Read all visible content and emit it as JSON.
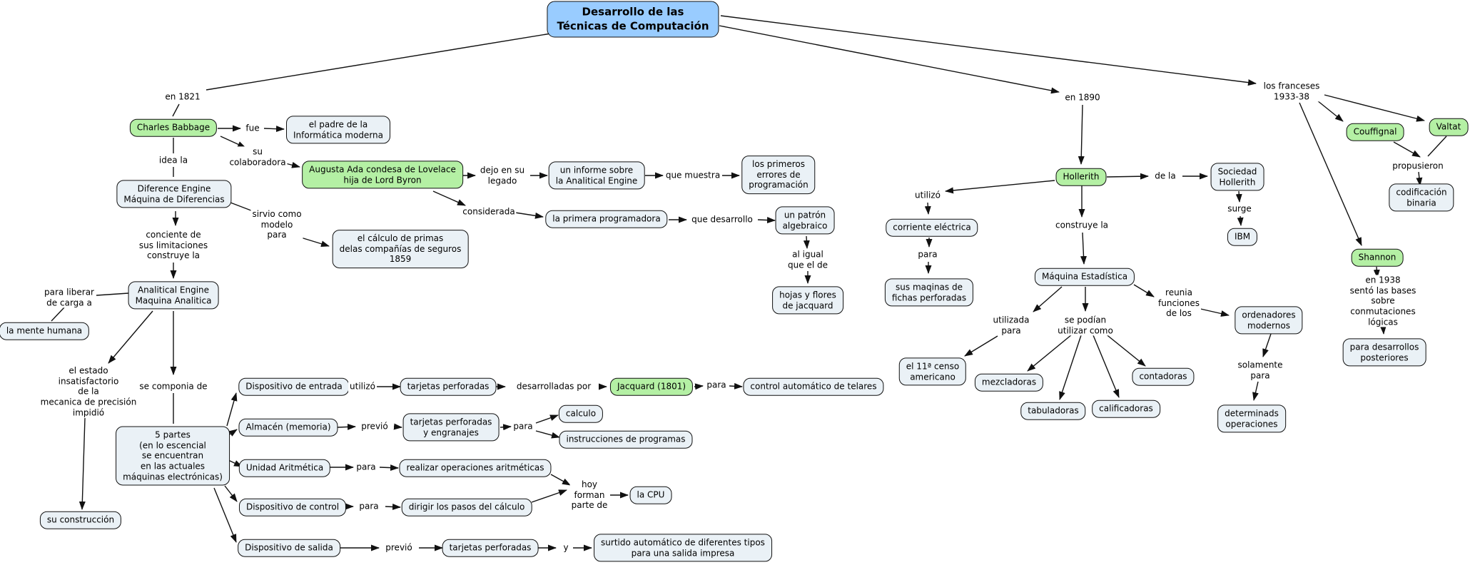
{
  "title": "Desarrollo de las\nTécnicas de Computación",
  "colors": {
    "title_bg": "#99ccff",
    "concept_bg": "#eaf1f6",
    "highlight_bg": "#b4f0a4",
    "line": "#111111",
    "background": "#ffffff"
  },
  "nodes": {
    "charles_babbage": "Charles Babbage",
    "el_padre": "el padre de la\nInformática moderna",
    "augusta": "Augusta Ada condesa de Lovelace\nhija de Lord Byron",
    "diference_engine": "Diference Engine\nMáquina de Diferencias",
    "calculo_primas": "el cálculo de primas\ndelas compañías de seguros\n1859",
    "un_informe": "un informe sobre\nla Analitical Engine",
    "los_primeros": "los primeros\nerrores de\nprogramación",
    "la_primera": "la primera programadora",
    "un_patron": "un patrón\nalgebraico",
    "hojas_flores": "hojas y flores\nde jacquard",
    "analitical": "Analitical Engine\nMaquina Analitica",
    "la_mente": "la mente humana",
    "cinco_partes": "5 partes\n(en lo escencial\nse encuentran\nen las actuales\nmáquinas electrónicas)",
    "su_construccion": "su construcción",
    "disp_entrada": "Dispositivo de entrada",
    "tarjetas_1": "tarjetas perforadas",
    "jacquard": "Jacquard (1801)",
    "control_telares": "control automático de telares",
    "almacen": "Almacén (memoria)",
    "tarjetas_engranajes": "tarjetas perforadas\ny engranajes",
    "calculo": "calculo",
    "instrucciones": "instrucciones de programas",
    "unidad_aritmetica": "Unidad Aritmética",
    "realizar_ops": "realizar operaciones aritméticas",
    "disp_control": "Dispositivo de control",
    "dirigir_pasos": "dirigir los pasos del cálculo",
    "la_cpu": "la CPU",
    "disp_salida": "Dispositivo de salida",
    "tarjetas_2": "tarjetas perforadas",
    "surtido": "surtido automático de diferentes tipos\npara una salida impresa",
    "hollerith": "Hollerith",
    "sociedad": "Sociedad\nHollerith",
    "ibm": "IBM",
    "corriente": "corriente eléctrica",
    "sus_maquinas": "sus maqinas de\nfichas perforadas",
    "maquina_estadistica": "Máquina Estadística",
    "censo": "el 11ª censo\namericano",
    "mezcladoras": "mezcladoras",
    "tabuladoras": "tabuladoras",
    "calificadoras": "calificadoras",
    "contadoras": "contadoras",
    "ordenadores": "ordenadores\nmodernos",
    "determinads": "determinads\noperaciones",
    "couffignal": "Couffignal",
    "valtat": "Valtat",
    "codificacion": "codificación binaria",
    "shannon": "Shannon",
    "para_desarrollos": "para desarrollos\nposteriores"
  },
  "labels": {
    "en_1821": "en 1821",
    "fue": "fue",
    "su_colaboradora": "su\ncolaboradora",
    "idea_la": "idea la",
    "sirvio": "sirvio como\nmodelo\npara",
    "conciente": "conciente de\nsus limitaciones\nconstruye la",
    "dejo_legado": "dejo en su\nlegado",
    "que_muestra": "que muestra",
    "considerada": "considerada",
    "que_desarrollo": "que desarrollo",
    "al_igual": "al igual\nque el de",
    "para_liberar": "para liberar\nde carga a",
    "el_estado": "el estado\ninsatisfactorio\nde la\nmecanica de precisión\nimpidió",
    "se_componia": "se componia de",
    "utilizo_1": "utilizó",
    "desarrolladas_por": "desarrolladas por",
    "para_1": "para",
    "previo_1": "previó",
    "para_2": "para",
    "para_3": "para",
    "para_4": "para",
    "hoy_forman": "hoy\nforman\nparte de",
    "previo_2": "previó",
    "y": "y",
    "en_1890": "en 1890",
    "de_la": "de la",
    "surge": "surge",
    "construye_la": "construye la",
    "utilizo_2": "utilizó",
    "para_5": "para",
    "utilizada_para": "utilizada\npara",
    "se_podian": "se podían\nutilizar como",
    "reunia": "reunia\nfunciones\nde los",
    "solamente": "solamente\npara",
    "franceses": "los franceses\n1933-38",
    "propusieron": "propusieron",
    "en_1938": "en 1938\nsentó las bases\nsobre conmutaciones\nlógicas"
  }
}
